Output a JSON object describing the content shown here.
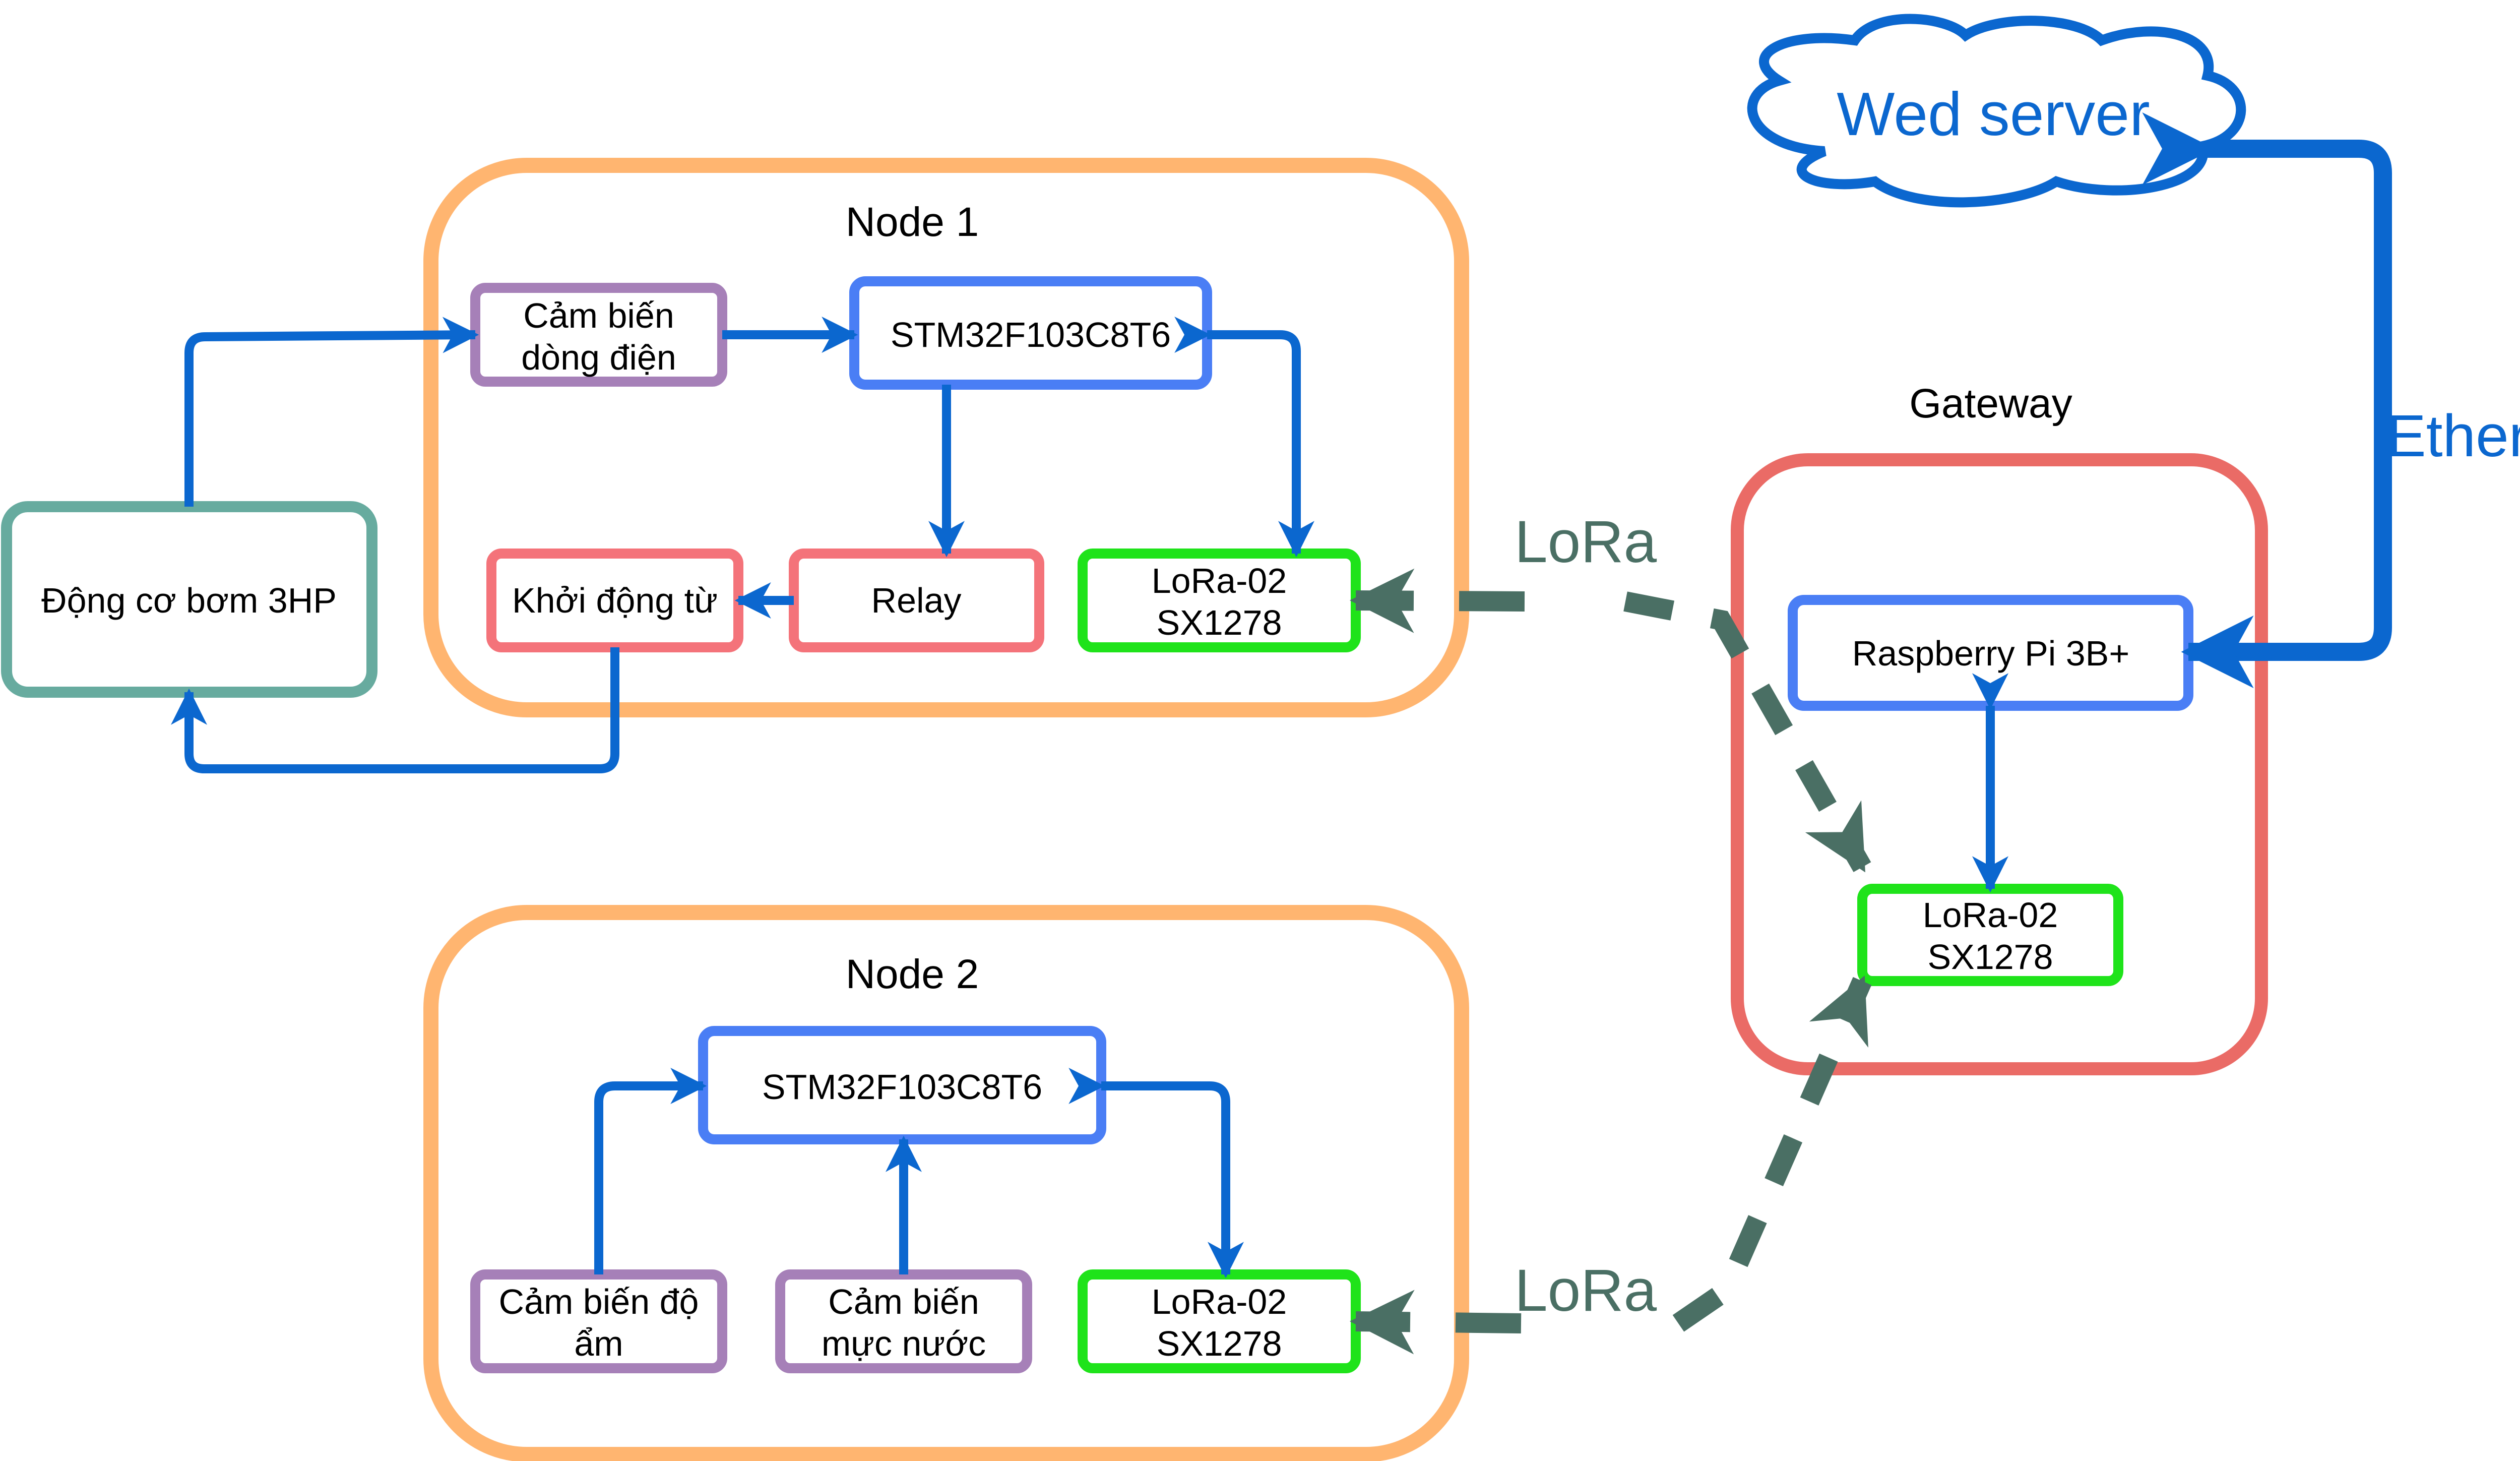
{
  "colors": {
    "node_border": "#ffb570",
    "gateway_border": "#ea6b66",
    "blue_box": "#4a7ef5",
    "purple_box": "#a680b8",
    "red_box": "#f4737a",
    "green_box": "#1fe31a",
    "teal_box": "#67ab9f",
    "blue_arrow": "#0b67cf",
    "lora_dash": "#4a6f64",
    "cloud_stroke": "#0b67cf"
  },
  "node1": {
    "title": "Node 1",
    "current_sensor": [
      "Cảm biến",
      "dòng điện"
    ],
    "mcu": "STM32F103C8T6",
    "starter": "Khởi động từ",
    "relay": "Relay",
    "lora": [
      "LoRa-02",
      "SX1278"
    ]
  },
  "node2": {
    "title": "Node 2",
    "mcu": "STM32F103C8T6",
    "humidity_sensor": [
      "Cảm biến độ",
      "ẩm"
    ],
    "water_sensor": [
      "Cảm biến",
      "mực nước"
    ],
    "lora": [
      "LoRa-02",
      "SX1278"
    ]
  },
  "pump": "Động cơ bơm 3HP",
  "gateway": {
    "title": "Gateway",
    "raspberry": "Raspberry Pi 3B+",
    "lora": [
      "LoRa-02",
      "SX1278"
    ]
  },
  "server": "Wed server",
  "links": {
    "lora_1": "LoRa",
    "lora_2": "LoRa",
    "ethernet": "Ethernet"
  }
}
